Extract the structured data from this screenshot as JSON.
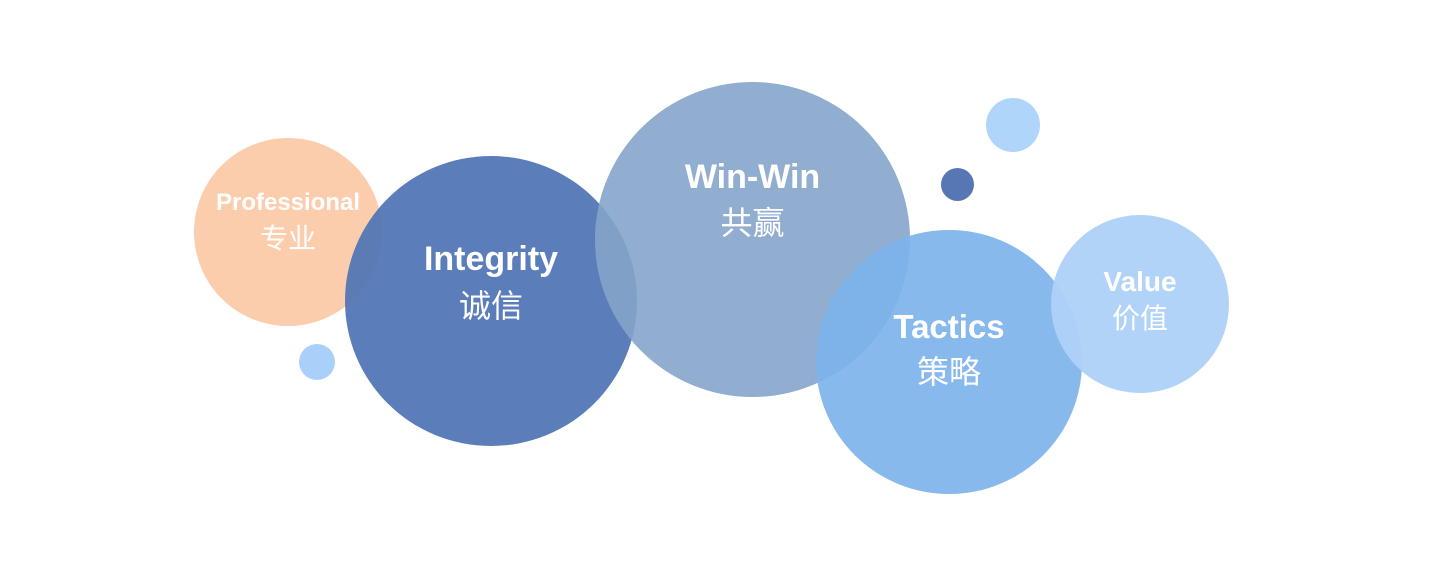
{
  "colors": {
    "background": "#ffffff",
    "text": "#ffffff",
    "professional": "#fbc9a6",
    "integrity": "#4f74b5",
    "winwin": "#85a4ca",
    "tactics": "#7db3ec",
    "value": "#aed1f8",
    "dot_small_left": "#a9d0f8",
    "dot_top_right": "#b0d5fa",
    "dot_mid_right": "#5677b4"
  },
  "bubbles": {
    "professional": {
      "en": "Professional",
      "zh": "专业"
    },
    "integrity": {
      "en": "Integrity",
      "zh": "诚信"
    },
    "winwin": {
      "en": "Win-Win",
      "zh": "共赢"
    },
    "tactics": {
      "en": "Tactics",
      "zh": "策略"
    },
    "value": {
      "en": "Value",
      "zh": "价值"
    }
  }
}
